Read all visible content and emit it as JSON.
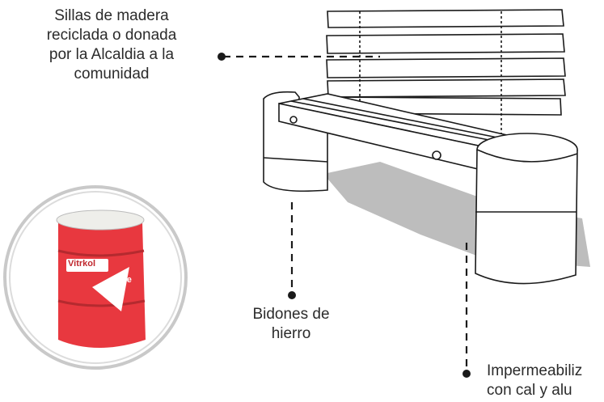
{
  "labels": {
    "seat": "Sillas de madera\nreciclada o donada\npor la Alcaldia a la\ncomunidad",
    "drum": "Bidones de\nhierro",
    "seal": "Impermeabiliz\ncon cal y alu"
  },
  "barrel": {
    "brand_left": "Vitrkol",
    "brand_right": "Ve",
    "body_color": "#e8383f",
    "rim_color": "#c9c9c9"
  },
  "colors": {
    "line": "#1a1a1a",
    "shadow": "#bdbdbd",
    "text": "#2b2b2b"
  }
}
